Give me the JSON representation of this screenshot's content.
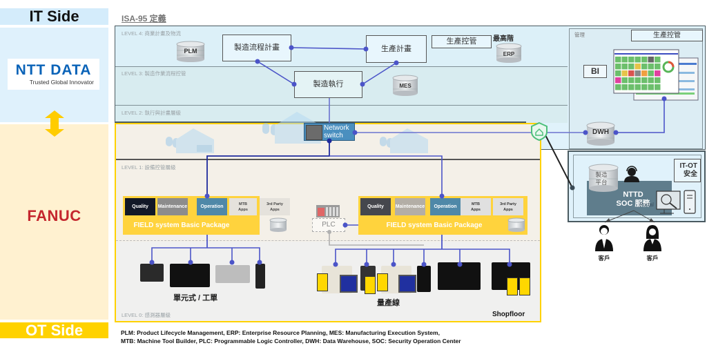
{
  "left_column": {
    "it_side_label": "IT Side",
    "ot_side_label": "OT Side",
    "ntt_logo": {
      "name": "NTT DATA",
      "tagline": "Trusted Global Innovator"
    },
    "fanuc_logo": "FANUC",
    "bidirectional_arrow_icon": "double-arrow-vertical",
    "colors": {
      "it": "#dff1fc",
      "ot": "#fff1d0",
      "ot_label_bg": "#ffd200",
      "ntt_blue": "#0a63b8",
      "fanuc_red": "#c4262e"
    }
  },
  "isa95": {
    "title": "ISA-95 定義",
    "levels": [
      {
        "label": "LEVEL 4: 商業計畫及物流"
      },
      {
        "label": "LEVEL 3: 製造作業流程控管"
      },
      {
        "label": "LEVEL 2: 執行與計畫層級"
      },
      {
        "label": "LEVEL 1: 設備控管層級"
      },
      {
        "label": "LEVEL 0: 感測器層級"
      }
    ]
  },
  "level4": {
    "plm_db": "PLM",
    "process_planning": "製造流程計畫",
    "production_planning": "生產計畫",
    "production_control": "生產控管",
    "top_tier": "最高階",
    "erp_db": "ERP"
  },
  "level3": {
    "manufacturing_execution": "製造執行",
    "mes_db": "MES"
  },
  "network": {
    "switch_label_line1": "Network",
    "switch_label_line2": "switch",
    "security_icon": "shield-home-icon"
  },
  "field_packages": [
    {
      "title": "FIELD system Basic Package",
      "tabs": [
        {
          "label": "Quality",
          "color": "#111827"
        },
        {
          "label": "Maintenance",
          "color": "#8c8c8c"
        },
        {
          "label": "Operation",
          "color": "#4f88a8"
        },
        {
          "label": "MTB\nApps",
          "color": "#e5e2dc"
        },
        {
          "label": "3rd Party\nApps",
          "color": "#e5e2dc"
        }
      ]
    },
    {
      "title": "FIELD system Basic Package",
      "tabs": [
        {
          "label": "Quality",
          "color": "#45474d"
        },
        {
          "label": "Maintenance",
          "color": "#b3aea6"
        },
        {
          "label": "Operation",
          "color": "#4f88a8"
        },
        {
          "label": "MTB\nApps",
          "color": "#e0e0e0"
        },
        {
          "label": "3rd Party\nApps",
          "color": "#e0e0e0"
        }
      ]
    }
  ],
  "plc_label": "PLC",
  "shopfloor": {
    "single_unit_label": "單元式 / 工單",
    "mass_production_label": "量產線",
    "area_label": "Shopfloor"
  },
  "management": {
    "area_label": "管理",
    "production_control": "生產控管",
    "bi_label": "BI",
    "dwh_db": "DWH"
  },
  "soc": {
    "platform_db_line1": "製造",
    "platform_db_line2": "平台",
    "service_line1": "NTTD",
    "service_line2": "SOC 服務",
    "portal_label": "Portal",
    "it_ot_line1": "IT-OT",
    "it_ot_line2": "安全",
    "customers": [
      {
        "label": "客戶",
        "icon": "male-customer-icon"
      },
      {
        "label": "客戶",
        "icon": "female-customer-icon"
      }
    ]
  },
  "legend": {
    "line1": "PLM: Product Lifecycle Management, ERP: Enterprise Resource Planning, MES: Manufacturing Execution System,",
    "line2": "MTB: Machine Tool Builder, PLC: Programmable Logic Controller, DWH: Data Warehouse, SOC: Security Operation Center"
  },
  "colors": {
    "connector": "#4b54c8",
    "connector_dark": "#1e2a9c",
    "field_yellow": "#ffd33d",
    "ot_border": "#ffd200"
  }
}
